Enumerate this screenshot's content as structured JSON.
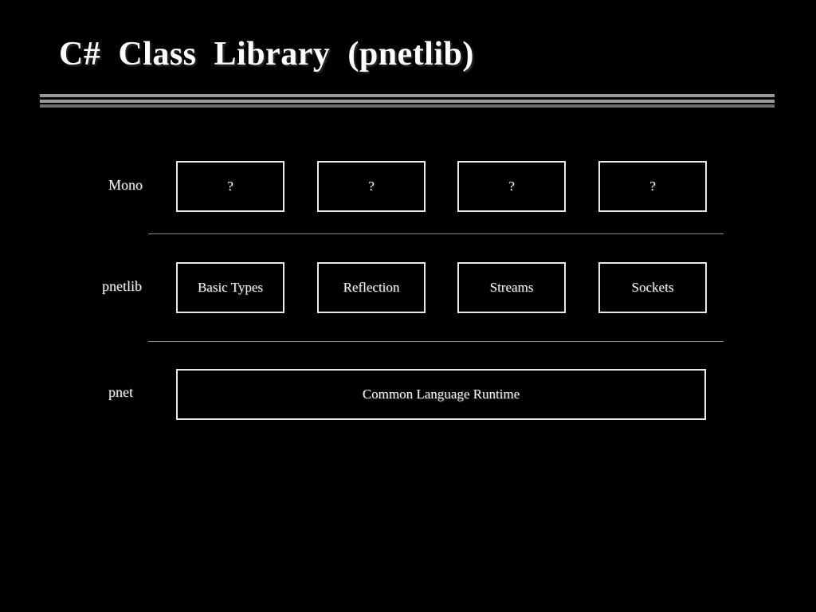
{
  "slide": {
    "background_color": "#000000",
    "title": "C#  Class  Library  (pnetlib)",
    "title_color": "#fdfdfd",
    "rule_color": "#9a9a9a",
    "rule_shadow_color": "#6e6e6e",
    "separator_color": "#8d8d8d",
    "box_border_color": "#e8e8e8",
    "text_color": "#f5f5f5"
  },
  "diagram": {
    "rows": [
      {
        "label": "Mono",
        "cells": [
          {
            "text": "?"
          },
          {
            "text": "?"
          },
          {
            "text": "?"
          },
          {
            "text": "?"
          }
        ]
      },
      {
        "label": "pnetlib",
        "cells": [
          {
            "text": "Basic Types"
          },
          {
            "text": "Reflection"
          },
          {
            "text": "Streams"
          },
          {
            "text": "Sockets"
          }
        ]
      },
      {
        "label": "pnet",
        "cells": [
          {
            "text": "Common Language Runtime"
          }
        ]
      }
    ]
  }
}
